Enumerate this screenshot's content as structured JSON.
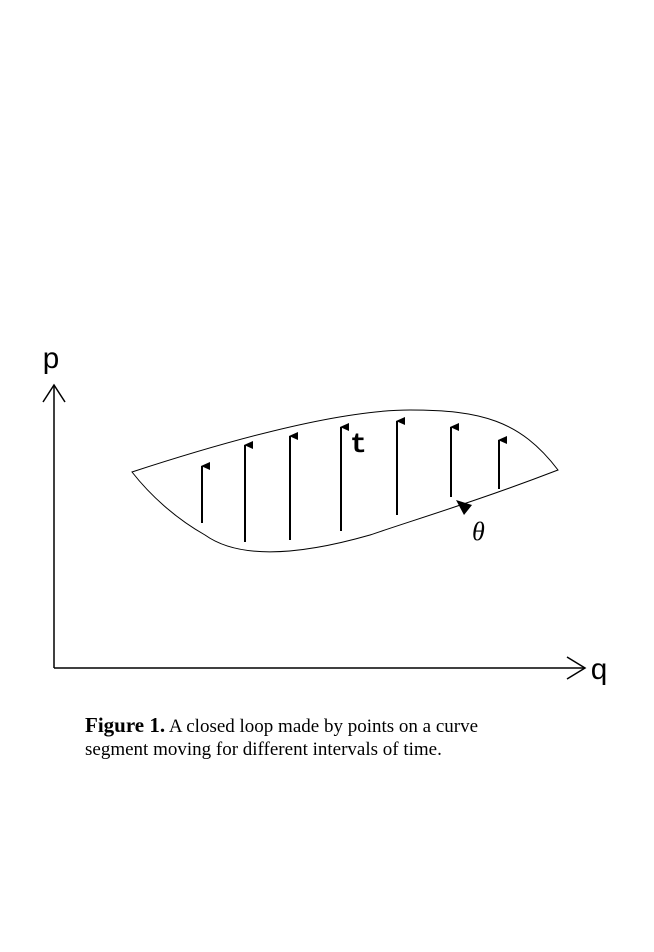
{
  "axes": {
    "y_label": "p",
    "x_label": "q"
  },
  "loop": {
    "time_label": "t",
    "curve_label": "θ"
  },
  "caption": {
    "figure_number": "Figure 1.",
    "line1": "A closed loop made by points on a curve",
    "line2": "segment moving for different intervals of time."
  }
}
